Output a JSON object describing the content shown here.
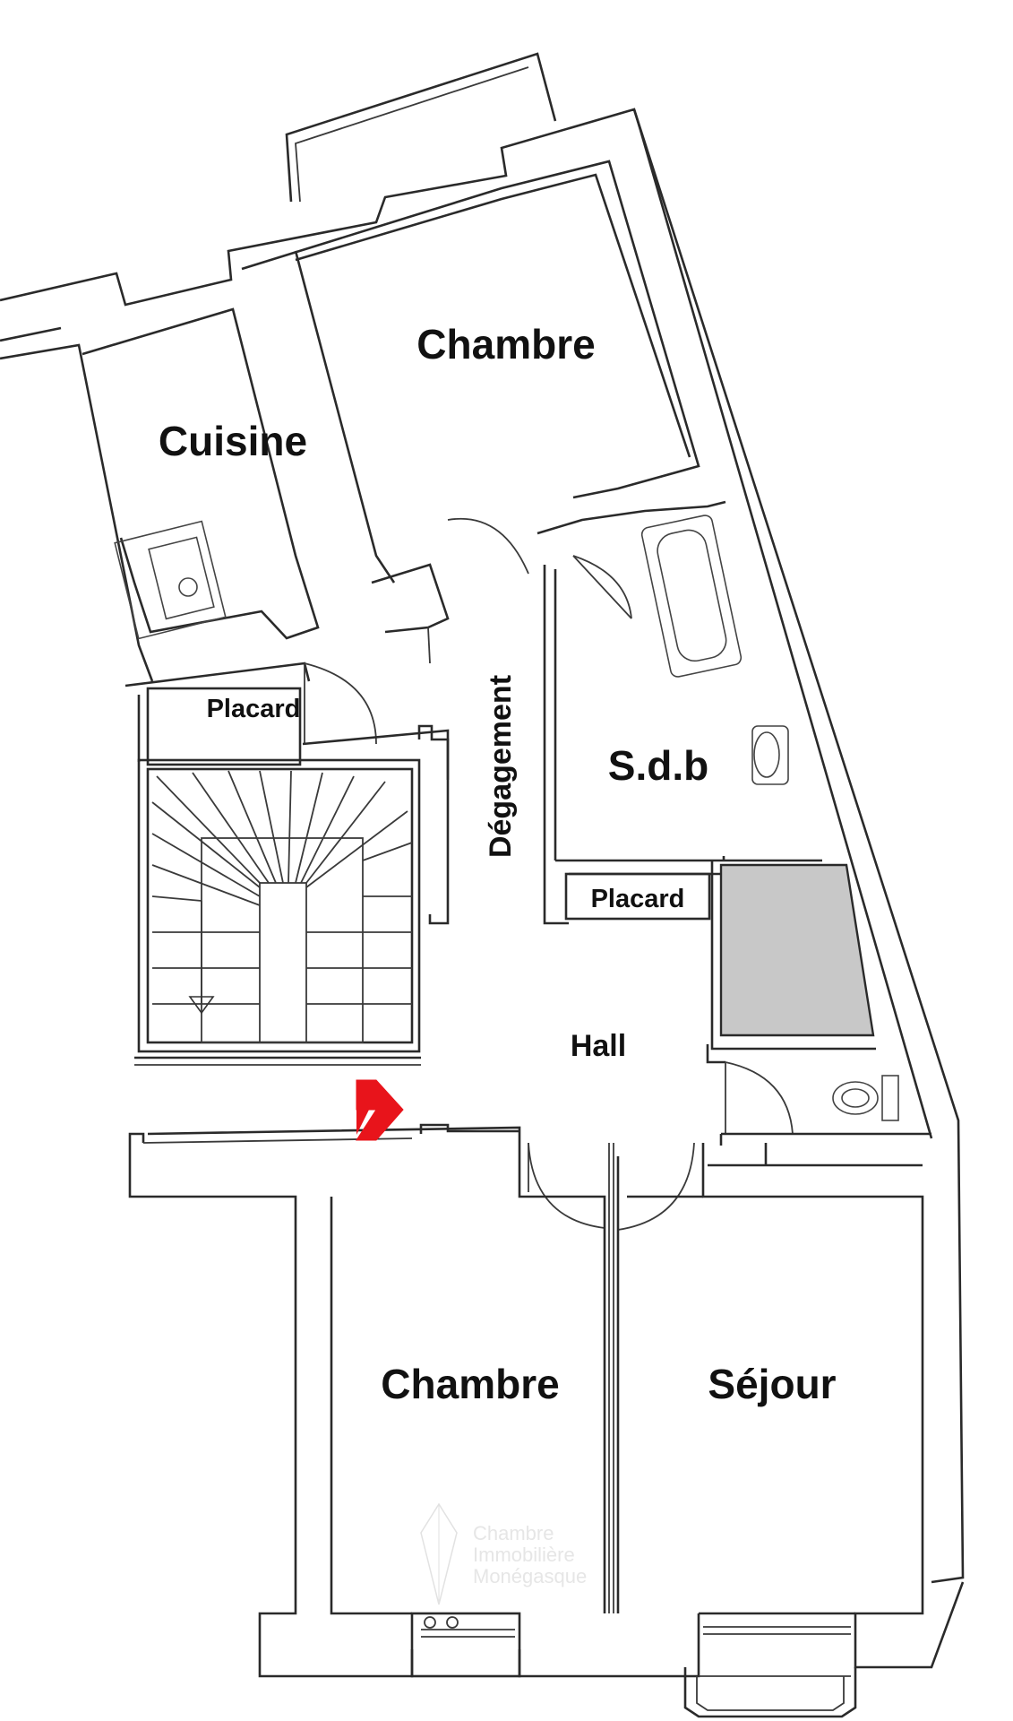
{
  "rooms": {
    "chambre_top": "Chambre",
    "cuisine": "Cuisine",
    "degagement": "Dégagement",
    "placard_left": "Placard",
    "sdb": "S.d.b",
    "placard_right": "Placard",
    "hall": "Hall",
    "chambre_bottom": "Chambre",
    "sejour": "Séjour"
  },
  "watermark": {
    "line1": "Chambre",
    "line2": "Immobilière",
    "line3": "Monégasque"
  },
  "colors": {
    "entrance_arrow": "#e8141b",
    "shaded_area": "#c8c8c8"
  },
  "icons": [
    "entrance-arrow-icon",
    "bathtub-icon",
    "sink-icon",
    "toilet-icon",
    "stove-icon",
    "stair-arrow-icon",
    "watermark-logo-icon"
  ]
}
